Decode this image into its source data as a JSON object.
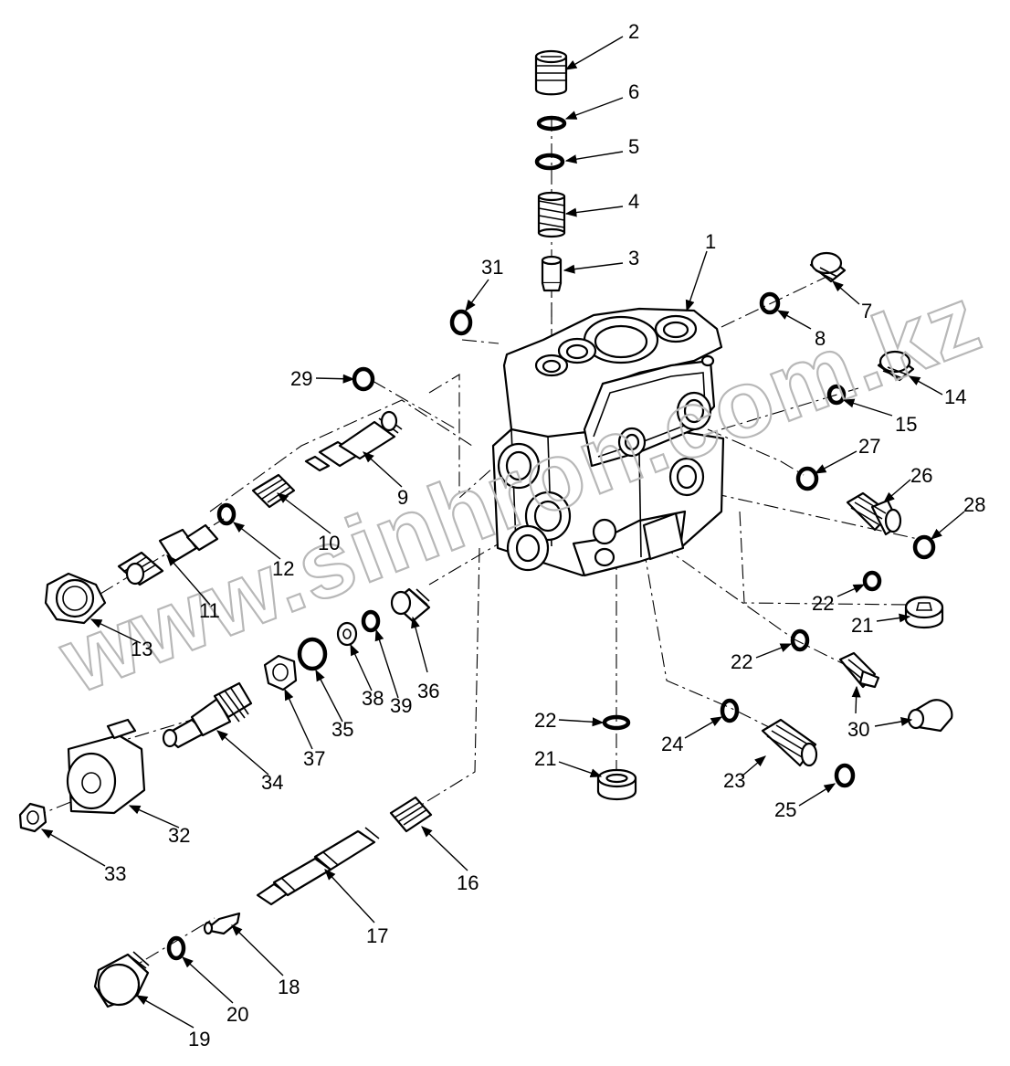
{
  "watermark": "www.sinhron.com.kz",
  "colors": {
    "ink": "#000000",
    "paper": "#ffffff",
    "watermark": "#b8b8b8"
  },
  "callouts": [
    {
      "id": "c1",
      "text": "1"
    },
    {
      "id": "c2",
      "text": "2"
    },
    {
      "id": "c3",
      "text": "3"
    },
    {
      "id": "c4",
      "text": "4"
    },
    {
      "id": "c5",
      "text": "5"
    },
    {
      "id": "c6",
      "text": "6"
    },
    {
      "id": "c7",
      "text": "7"
    },
    {
      "id": "c8",
      "text": "8"
    },
    {
      "id": "c9",
      "text": "9"
    },
    {
      "id": "c10",
      "text": "10"
    },
    {
      "id": "c11",
      "text": "11"
    },
    {
      "id": "c12",
      "text": "12"
    },
    {
      "id": "c13",
      "text": "13"
    },
    {
      "id": "c14",
      "text": "14"
    },
    {
      "id": "c15",
      "text": "15"
    },
    {
      "id": "c16",
      "text": "16"
    },
    {
      "id": "c17",
      "text": "17"
    },
    {
      "id": "c18",
      "text": "18"
    },
    {
      "id": "c19",
      "text": "19"
    },
    {
      "id": "c20",
      "text": "20"
    },
    {
      "id": "c21a",
      "text": "21"
    },
    {
      "id": "c21b",
      "text": "21"
    },
    {
      "id": "c22a",
      "text": "22"
    },
    {
      "id": "c22b",
      "text": "22"
    },
    {
      "id": "c22c",
      "text": "22"
    },
    {
      "id": "c23",
      "text": "23"
    },
    {
      "id": "c24",
      "text": "24"
    },
    {
      "id": "c25",
      "text": "25"
    },
    {
      "id": "c26",
      "text": "26"
    },
    {
      "id": "c27",
      "text": "27"
    },
    {
      "id": "c28",
      "text": "28"
    },
    {
      "id": "c29",
      "text": "29"
    },
    {
      "id": "c30",
      "text": "30"
    },
    {
      "id": "c31",
      "text": "31"
    },
    {
      "id": "c32",
      "text": "32"
    },
    {
      "id": "c33",
      "text": "33"
    },
    {
      "id": "c34",
      "text": "34"
    },
    {
      "id": "c35",
      "text": "35"
    },
    {
      "id": "c36",
      "text": "36"
    },
    {
      "id": "c37",
      "text": "37"
    },
    {
      "id": "c38",
      "text": "38"
    },
    {
      "id": "c39",
      "text": "39"
    }
  ]
}
